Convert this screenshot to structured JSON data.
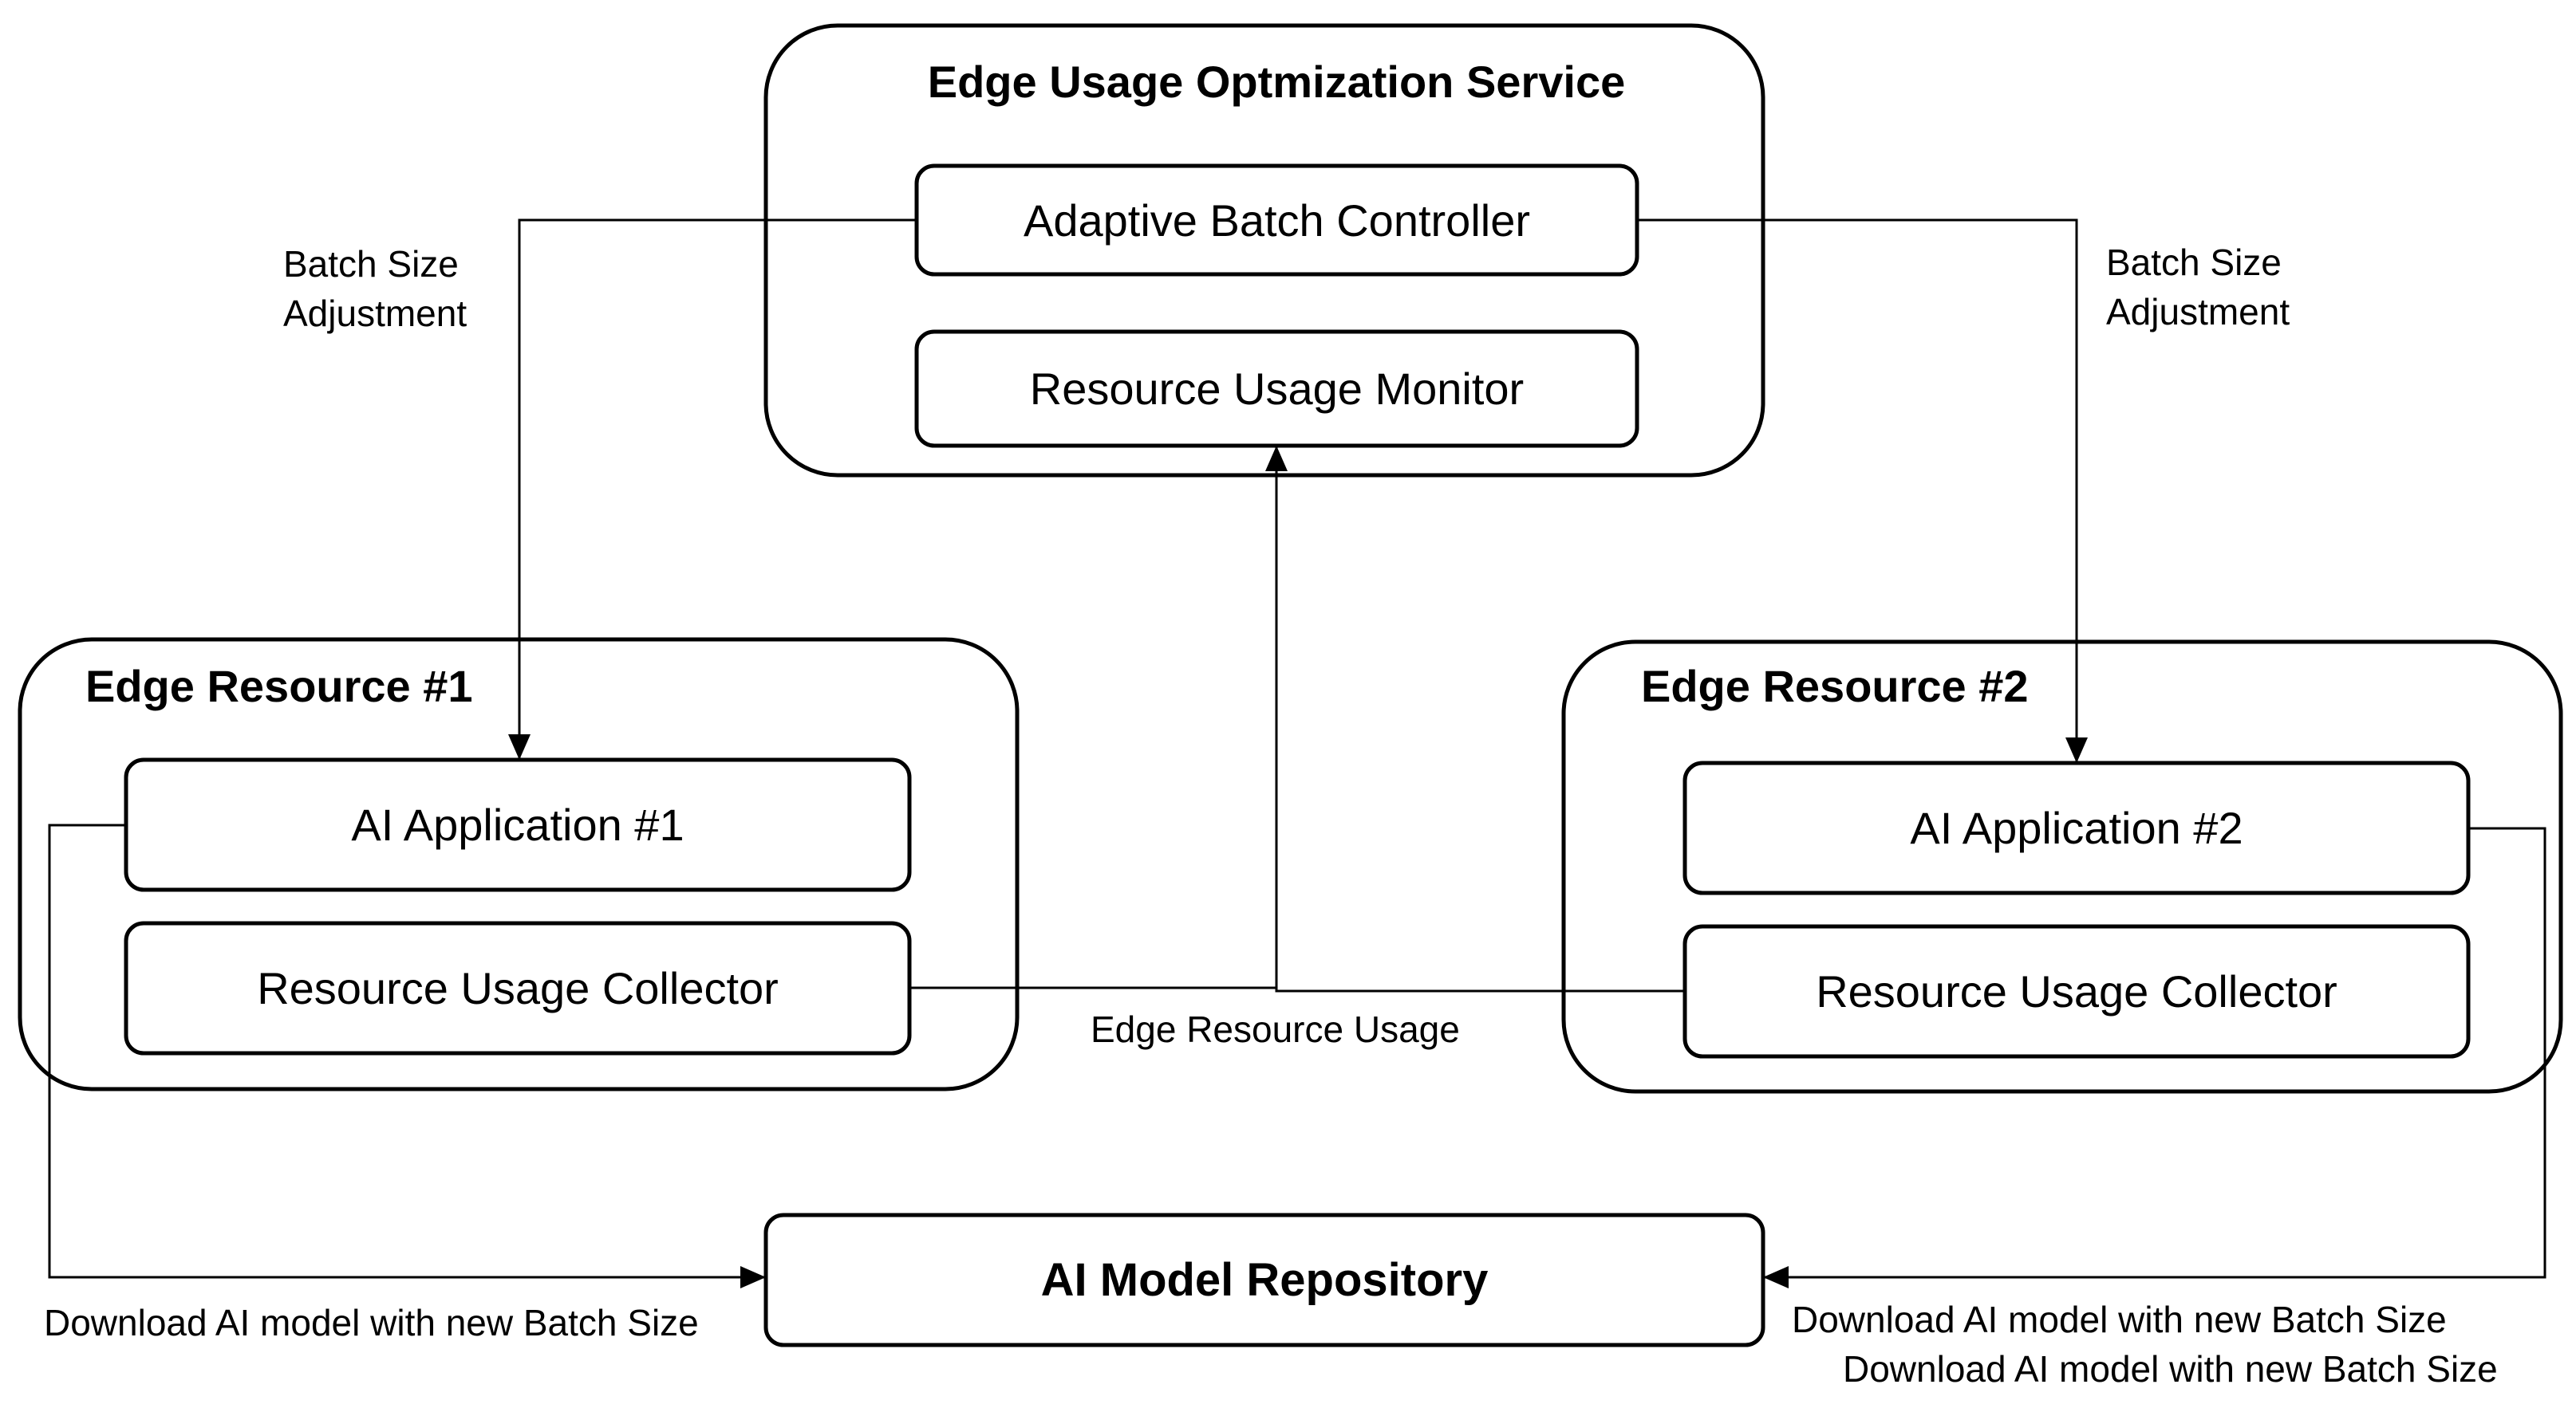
{
  "service": {
    "title": "Edge Usage Optmization Service",
    "controller": "Adaptive Batch Controller",
    "monitor": "Resource Usage Monitor"
  },
  "edge1": {
    "title": "Edge Resource #1",
    "app": "AI Application #1",
    "collector": "Resource Usage Collector"
  },
  "edge2": {
    "title": "Edge Resource #2",
    "app": "AI Application #2",
    "collector": "Resource Usage Collector"
  },
  "repository": {
    "title": "AI Model Repository"
  },
  "labels": {
    "batch_left_line1": "Batch Size",
    "batch_left_line2": "Adjustment",
    "batch_right_line1": "Batch Size",
    "batch_right_line2": "Adjustment",
    "edge_usage": "Edge Resource Usage",
    "download_left": "Download AI model with new Batch Size",
    "download_right": "Download AI model with new Batch Size",
    "download_right_2": "Download AI model with new Batch Size"
  }
}
